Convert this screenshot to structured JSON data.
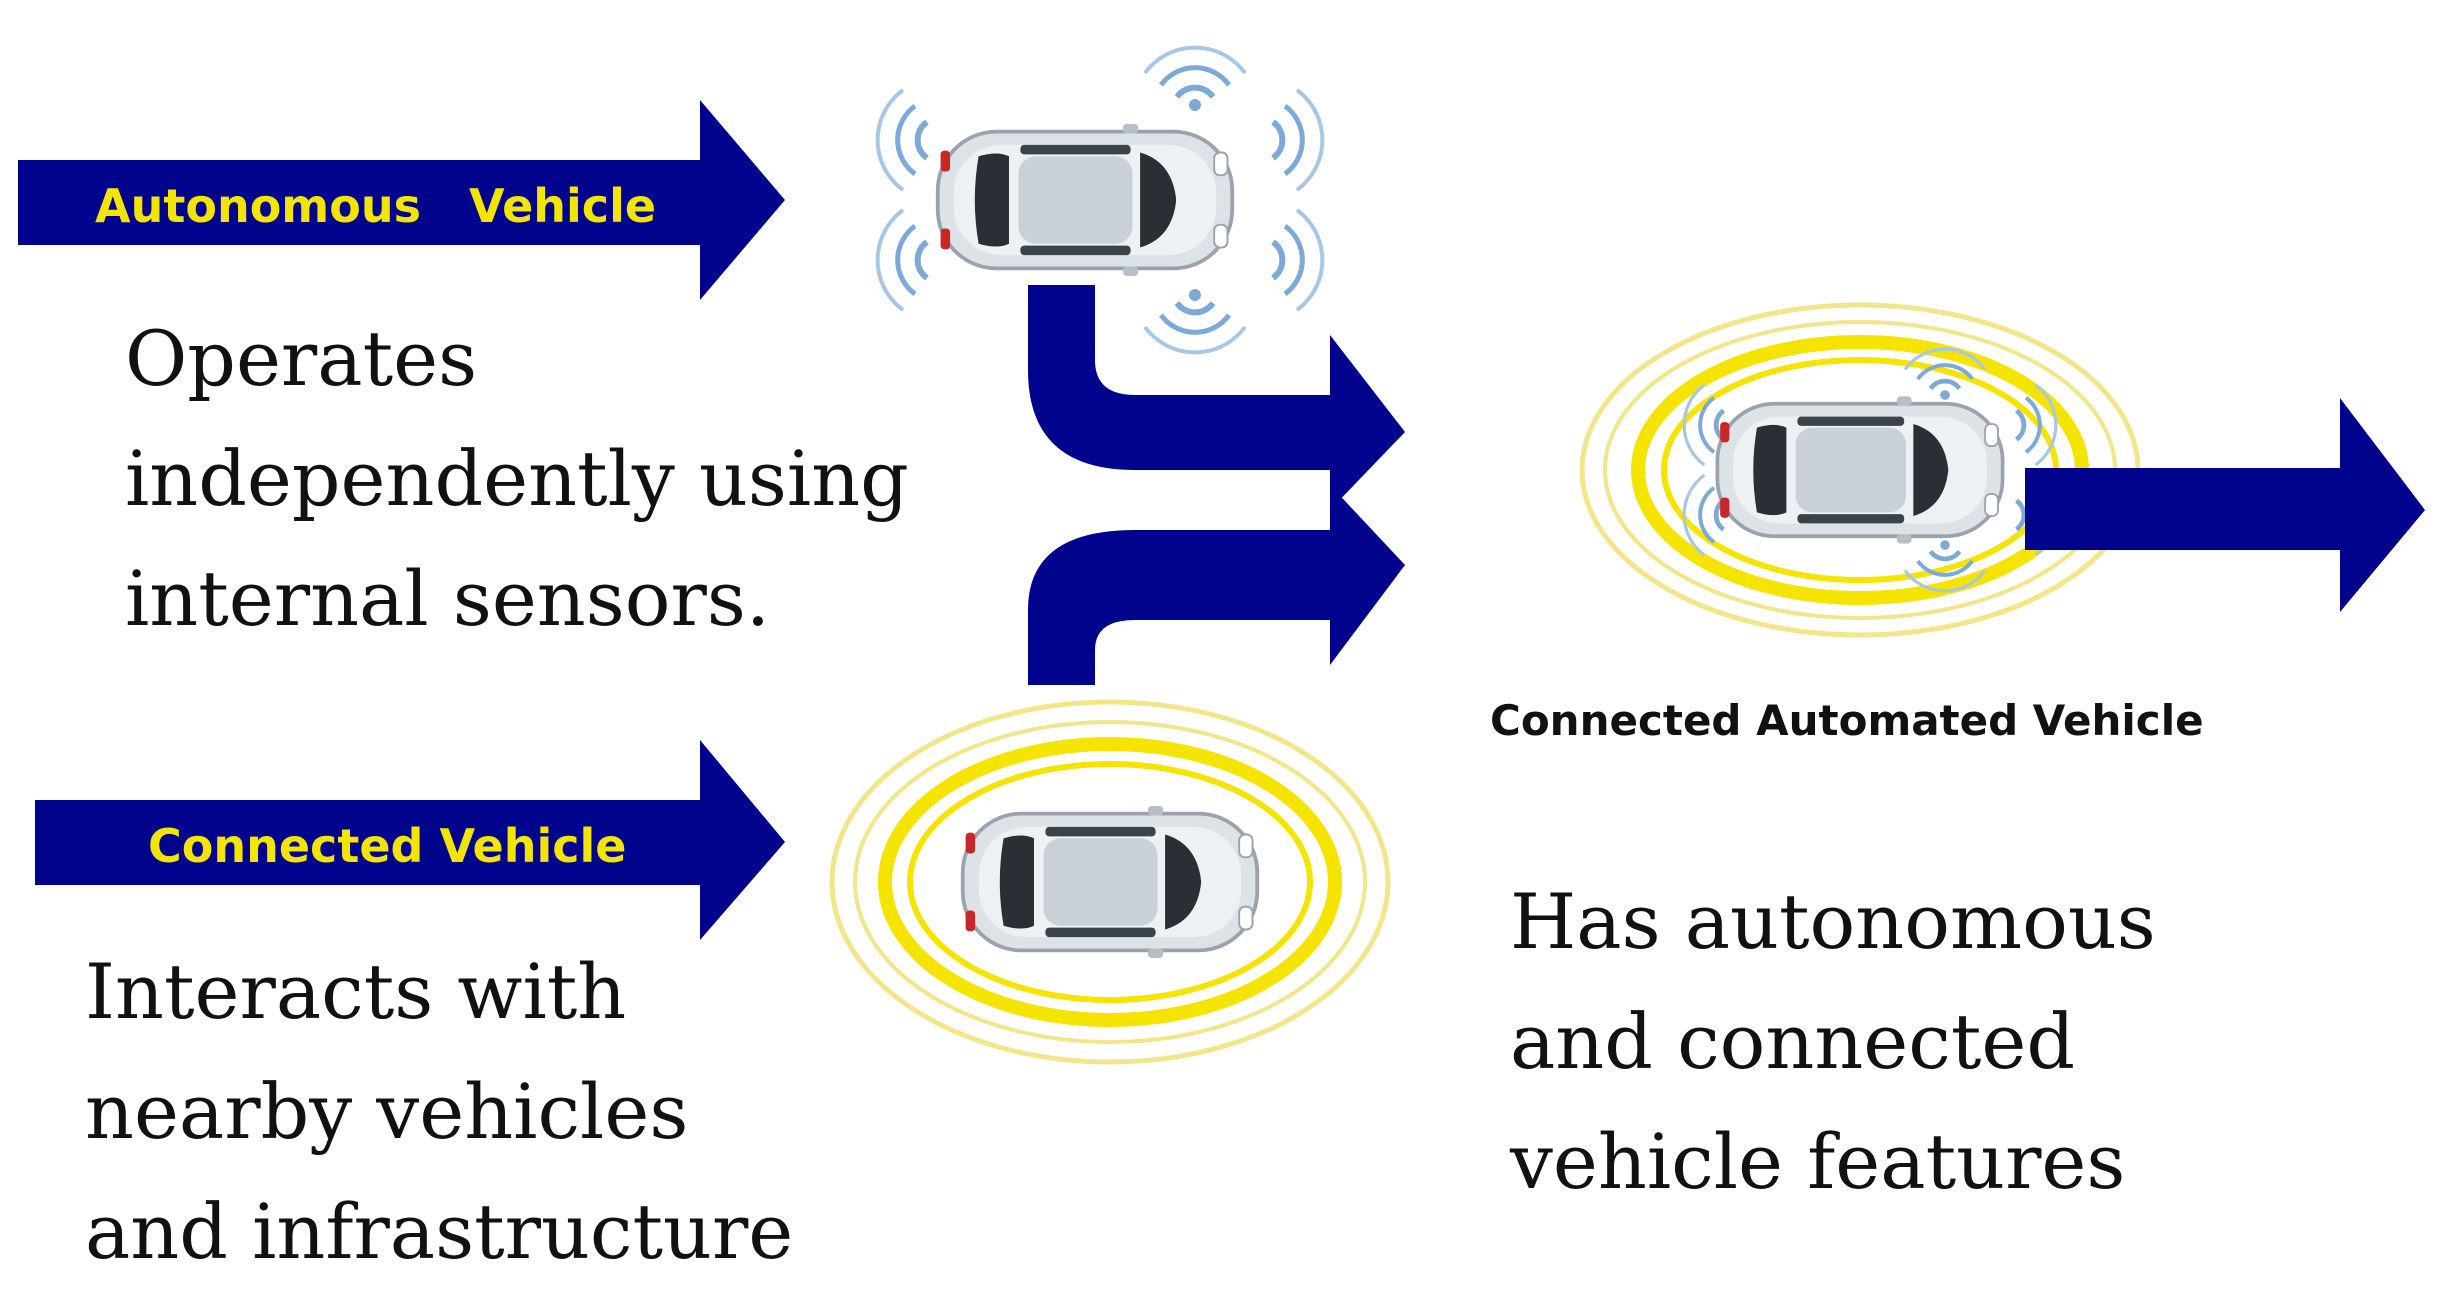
{
  "colors": {
    "arrow": "#01038c",
    "label_on_arrow": "#f2e600",
    "ring": "#f5e400",
    "ring_light": "#f1e68a",
    "signal": "#7da9d6",
    "car_body": "#dde2e7",
    "car_glass": "#2a2f35",
    "text": "#111111"
  },
  "nodes": {
    "autonomous": {
      "title": "Autonomous   Vehicle",
      "description": [
        "Operates",
        "independently using",
        "internal sensors."
      ]
    },
    "connected": {
      "title": "Connected Vehicle",
      "description": [
        "Interacts with",
        "nearby vehicles",
        "and infrastructure"
      ]
    },
    "cav": {
      "title": "Connected Automated Vehicle",
      "description": [
        "Has autonomous",
        "and connected",
        "vehicle features"
      ]
    }
  },
  "icons": {
    "autonomous_car": "car-with-sensor-waves-icon",
    "connected_car": "car-with-connection-rings-icon",
    "cav_car": "car-with-rings-and-sensor-waves-icon"
  }
}
